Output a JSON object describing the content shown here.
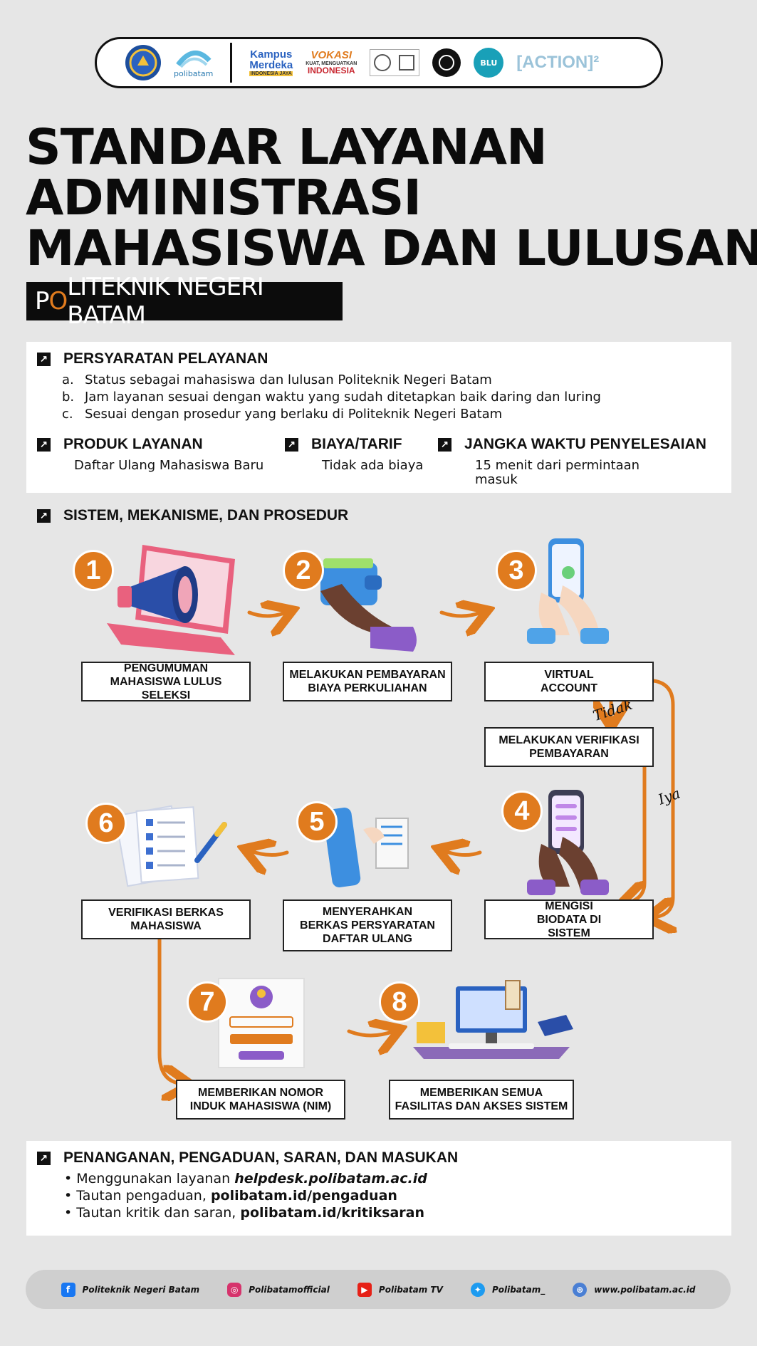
{
  "logos": {
    "kemdikbud": "Tut Wuri Handayani",
    "polibatam": "polibatam",
    "kampus_merdeka_line1": "Kampus",
    "kampus_merdeka_line2": "Merdeka",
    "kampus_merdeka_sub": "INDONESIA JAYA",
    "vokasi_line1": "VOKASI",
    "vokasi_line2": "KUAT, MENGUATKAN",
    "vokasi_line3": "INDONESIA",
    "blu": "BLU",
    "action": "[ACTION]²"
  },
  "title": {
    "line1": "STANDAR LAYANAN",
    "line2": "ADMINISTRASI",
    "line3": "MAHASISWA DAN LULUSAN",
    "subtitle_first": "O",
    "subtitle_pre": "P",
    "subtitle_rest": "LITEKNIK NEGERI BATAM"
  },
  "requirements": {
    "heading": "PERSYARATAN PELAYANAN",
    "items": [
      {
        "marker": "a.",
        "text": "Status sebagai mahasiswa dan lulusan Politeknik Negeri Batam"
      },
      {
        "marker": "b.",
        "text": "Jam layanan sesuai dengan waktu yang sudah ditetapkan baik daring dan luring"
      },
      {
        "marker": "c.",
        "text": "Sesuai dengan prosedur yang berlaku di Politeknik Negeri Batam"
      }
    ]
  },
  "info": {
    "product_heading": "PRODUK LAYANAN",
    "product_value": "Daftar Ulang Mahasiswa Baru",
    "cost_heading": "BIAYA/TARIF",
    "cost_value": "Tidak ada biaya",
    "time_heading": "JANGKA WAKTU PENYELESAIAN",
    "time_value": "15 menit dari permintaan masuk"
  },
  "procedure": {
    "heading": "SISTEM, MEKANISME, DAN PROSEDUR",
    "steps": [
      {
        "num": "1",
        "label": "PENGUMUMAN MAHASISWA LULUS SELEKSI"
      },
      {
        "num": "2",
        "label": "MELAKUKAN PEMBAYARAN BIAYA PERKULIAHAN"
      },
      {
        "num": "3",
        "label": "VIRTUAL ACCOUNT"
      },
      {
        "num": "",
        "label": "MELAKUKAN VERIFIKASI PEMBAYARAN"
      },
      {
        "num": "4",
        "label": "MENGISI BIODATA DI SISTEM"
      },
      {
        "num": "5",
        "label": "MENYERAHKAN BERKAS PERSYARATAN DAFTAR ULANG"
      },
      {
        "num": "6",
        "label": "VERIFIKASI BERKAS MAHASISWA"
      },
      {
        "num": "7",
        "label": "MEMBERIKAN NOMOR INDUK MAHASISWA (NIM)"
      },
      {
        "num": "8",
        "label": "MEMBERIKAN SEMUA FASILITAS DAN AKSES SISTEM"
      }
    ],
    "branch_no": "Tidak",
    "branch_yes": "Iya"
  },
  "handling": {
    "heading": "PENANGANAN, PENGADUAN, SARAN, DAN MASUKAN",
    "item1_text": "Menggunakan layanan ",
    "item1_link": "helpdesk.polibatam.ac.id",
    "item2_text": "Tautan pengaduan, ",
    "item2_link": "polibatam.id/pengaduan",
    "item3_text": "Tautan kritik dan saran, ",
    "item3_link": "polibatam.id/kritiksaran"
  },
  "footer": {
    "facebook": "Politeknik Negeri Batam",
    "instagram": "Polibatamofficial",
    "youtube": "Polibatam TV",
    "twitter": "Polibatam_",
    "website": "www.polibatam.ac.id"
  },
  "colors": {
    "accent": "#e07b1e",
    "background": "#e6e6e6",
    "dark": "#0c0c0c"
  }
}
